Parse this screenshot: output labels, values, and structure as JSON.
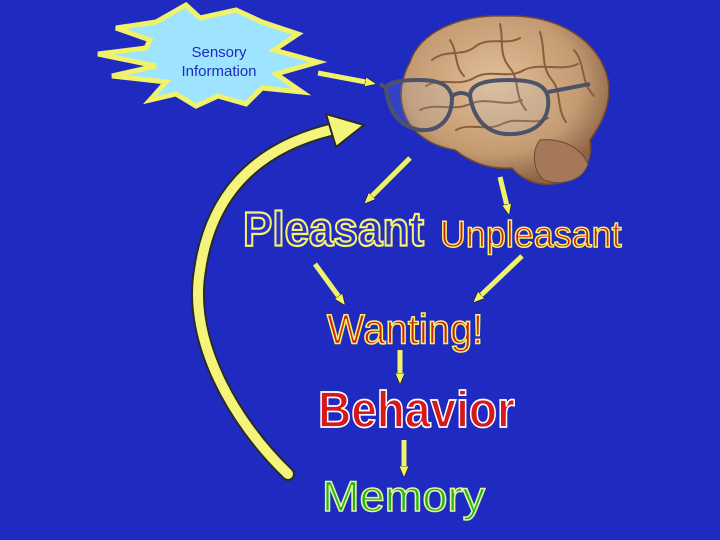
{
  "slide": {
    "background": "#1f2bc0",
    "sensory": {
      "line1": "Sensory",
      "line2": "Information",
      "fill": "#9ee4ff",
      "outline": "#f0f26a"
    },
    "brain": {
      "icon": "brain-with-glasses-icon",
      "color": "#c9a07a"
    },
    "words": {
      "pleasant": "Pleasant",
      "unpleasant": "Unpleasant",
      "wanting": "Wanting!",
      "behavior": "Behavior",
      "memory": "Memory"
    },
    "arrow_color": "#f0f26a",
    "feedback_arrow_color": "#f4f47a"
  }
}
